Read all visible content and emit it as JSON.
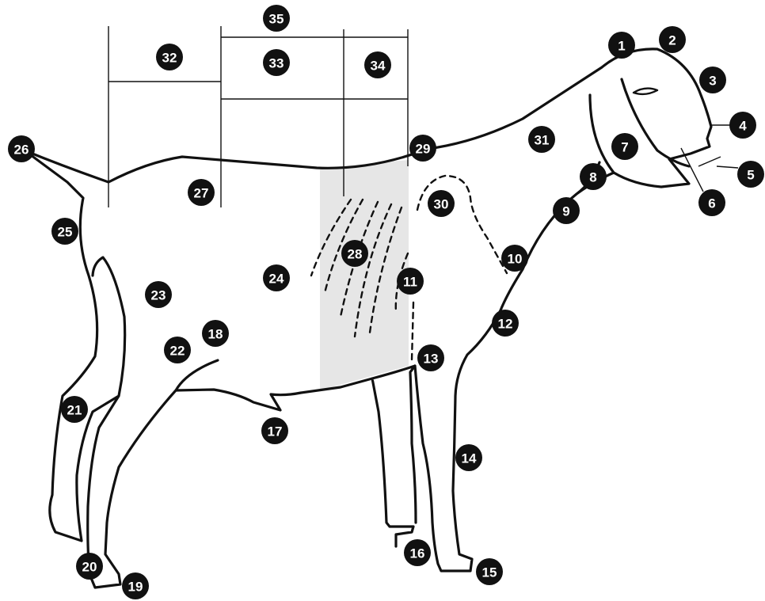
{
  "colors": {
    "line": "#111111",
    "marker_fill": "#111111",
    "marker_text": "#ffffff",
    "shaded_region": "#e6e6e6",
    "background": "#ffffff"
  },
  "markers": [
    {
      "id": "m1",
      "label": "1"
    },
    {
      "id": "m2",
      "label": "2"
    },
    {
      "id": "m3",
      "label": "3"
    },
    {
      "id": "m4",
      "label": "4"
    },
    {
      "id": "m5",
      "label": "5"
    },
    {
      "id": "m6",
      "label": "6"
    },
    {
      "id": "m7",
      "label": "7"
    },
    {
      "id": "m8",
      "label": "8"
    },
    {
      "id": "m9",
      "label": "9"
    },
    {
      "id": "m10",
      "label": "10"
    },
    {
      "id": "m11",
      "label": "11"
    },
    {
      "id": "m12",
      "label": "12"
    },
    {
      "id": "m13",
      "label": "13"
    },
    {
      "id": "m14",
      "label": "14"
    },
    {
      "id": "m15",
      "label": "15"
    },
    {
      "id": "m16",
      "label": "16"
    },
    {
      "id": "m17",
      "label": "17"
    },
    {
      "id": "m18",
      "label": "18"
    },
    {
      "id": "m19",
      "label": "19"
    },
    {
      "id": "m20",
      "label": "20"
    },
    {
      "id": "m21",
      "label": "21"
    },
    {
      "id": "m22",
      "label": "22"
    },
    {
      "id": "m23",
      "label": "23"
    },
    {
      "id": "m24",
      "label": "24"
    },
    {
      "id": "m25",
      "label": "25"
    },
    {
      "id": "m26",
      "label": "26"
    },
    {
      "id": "m27",
      "label": "27"
    },
    {
      "id": "m28",
      "label": "28"
    },
    {
      "id": "m29",
      "label": "29"
    },
    {
      "id": "m30",
      "label": "30"
    },
    {
      "id": "m31",
      "label": "31"
    },
    {
      "id": "m32",
      "label": "32"
    },
    {
      "id": "m33",
      "label": "33"
    },
    {
      "id": "m34",
      "label": "34"
    },
    {
      "id": "m35",
      "label": "35"
    }
  ]
}
